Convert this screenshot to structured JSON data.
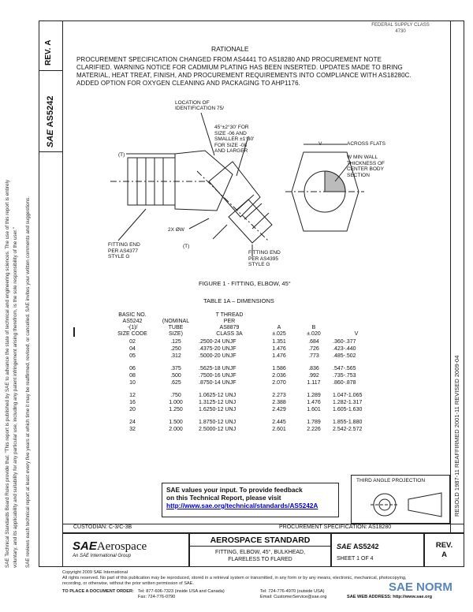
{
  "side_legal": {
    "line1": "SAE Technical Standards Board Rules provide that: \"This report is published by SAE to advance the state of technical and engineering sciences. The use of this report is entirely",
    "line2": "voluntary, and its applicability and suitability for any particular use, including any patent infringement arising therefrom, is the sole responsibility of the user.\"",
    "line3": "SAE reviews each technical report at least every five years at which time it may be reaffirmed, revised, or cancelled. SAE invites your written comments and suggestions."
  },
  "rev_column": {
    "rev_label": "REV.",
    "rev_value": "A",
    "doc_number": "AS5242"
  },
  "right_strip": {
    "text": "RESOLD 1987-11        REAFFIRMED 2001-11        REVISED 2009-04"
  },
  "stamp": {
    "line1": "FEDERAL SUPPLY CLASS",
    "line2": "4730"
  },
  "rationale": {
    "title": "RATIONALE",
    "body": "PROCUREMENT SPECIFICATION CHANGED FROM AS4441 TO AS18280 AND PROCUREMENT NOTE CLARIFIED. WARNING NOTICE FOR CADMIUM PLATING HAS BEEN INSERTED. UPDATES MADE TO BRING MATERIAL, HEAT TREAT, FINISH, AND PROCUREMENT REQUIREMENTS INTO COMPLIANCE WITH AS18280C. ADDED OPTION FOR OXYGEN CLEANING AND PACKAGING TO AHP1176."
  },
  "figure": {
    "label_location": "LOCATION OF\nIDENTIFICATION 75/",
    "label_angle": "45°±2°30' FOR\nSIZE -06 AND\nSMALLER ±1°30'\nFOR SIZE -08\nAND LARGER",
    "label_t1": "(T)",
    "label_t2": "(T)",
    "label_v": "V",
    "label_across": "ACROSS FLATS",
    "label_wall": "W MIN WALL\nTHICKNESS OF\nCENTER BODY\nSECTION",
    "label_dia": "2X ØW",
    "label_end1": "FITTING END\nPER AS4377\nSTYLE G",
    "label_end2": "FITTING END\nPER AS4395\nSTYLE G",
    "caption": "FIGURE 1 - FITTING, ELBOW, 45°"
  },
  "table": {
    "title": "TABLE 1A – DIMENSIONS",
    "headers": [
      "BASIC NO.\nAS5242\n-(1)/\nSIZE CODE",
      "(NOMINAL\nTUBE\nSIZE)",
      "T THREAD\nPER\nAS8879\nCLASS 3A",
      "A\n±.025",
      "B\n±.020",
      "V"
    ],
    "groups": [
      [
        [
          "02",
          ".125",
          ".2500-24 UNJF",
          "1.351",
          ".684",
          ".360-.377"
        ],
        [
          "04",
          ".250",
          ".4375-20 UNJF",
          "1.476",
          ".726",
          ".423-.440"
        ],
        [
          "05",
          ".312",
          ".5000-20 UNJF",
          "1.476",
          ".773",
          ".485-.502"
        ]
      ],
      [
        [
          "06",
          ".375",
          ".5625-18 UNJF",
          "1.586",
          ".836",
          ".547-.565"
        ],
        [
          "08",
          ".500",
          ".7500-16 UNJF",
          "2.036",
          ".992",
          ".735-.753"
        ],
        [
          "10",
          ".625",
          ".8750-14 UNJF",
          "2.070",
          "1.117",
          ".860-.878"
        ]
      ],
      [
        [
          "12",
          ".750",
          "1.0625-12 UNJ",
          "2.273",
          "1.289",
          "1.047-1.065"
        ],
        [
          "16",
          "1.000",
          "1.3125-12 UNJ",
          "2.388",
          "1.476",
          "1.282-1.317"
        ],
        [
          "20",
          "1.250",
          "1.6250-12 UNJ",
          "2.429",
          "1.601",
          "1.605-1.630"
        ]
      ],
      [
        [
          "24",
          "1.500",
          "1.8750-12 UNJ",
          "2.445",
          "1.789",
          "1.855-1.880"
        ],
        [
          "32",
          "2.000",
          "2.5000-12 UNJ",
          "2.601",
          "2.226",
          "2.542-2.572"
        ]
      ]
    ]
  },
  "feedback": {
    "line1": "SAE values your input. To provide feedback",
    "line2": "on this Technical Report, please visit",
    "link": "http://www.sae.org/technical/standards/AS5242A"
  },
  "projection": {
    "label": "THIRD ANGLE PROJECTION"
  },
  "title_block": {
    "custodian": "CUSTODIAN:  C-3/C-3B",
    "procurement": "PROCUREMENT SPECIFICATION: AS18280",
    "logo_sae": "SAE",
    "logo_aero": "Aerospace",
    "logo_sub": "An SAE International Group",
    "standard": "AEROSPACE STANDARD",
    "title_line1": "FITTING, ELBOW, 45°, BULKHEAD,",
    "title_line2": "FLARELESS TO FLARED",
    "sae_small": "SAE",
    "doc_number": "AS5242",
    "sheet": "SHEET 1 OF 4",
    "rev_label": "REV.",
    "rev_value": "A"
  },
  "footer": {
    "copyright": "Copyright 2009 SAE International",
    "rights": "All rights reserved. No part of this publication may be reproduced, stored in a retrieval system or transmitted, in any form or by any means, electronic, mechanical, photocopying,",
    "rights2": "recording, or otherwise, without the prior written permission of SAE.",
    "order_label": "TO PLACE A DOCUMENT ORDER:",
    "tel1": "Tel:  877-606-7323 (inside USA and Canada)",
    "tel2": "Tel:  724-776-4970 (outside USA)",
    "fax": "Fax: 724-776-0790",
    "email": "Email: CustomerService@sae.org",
    "web": "SAE WEB ADDRESS:  http://www.sae.org",
    "watermark": "SAE NORM"
  }
}
